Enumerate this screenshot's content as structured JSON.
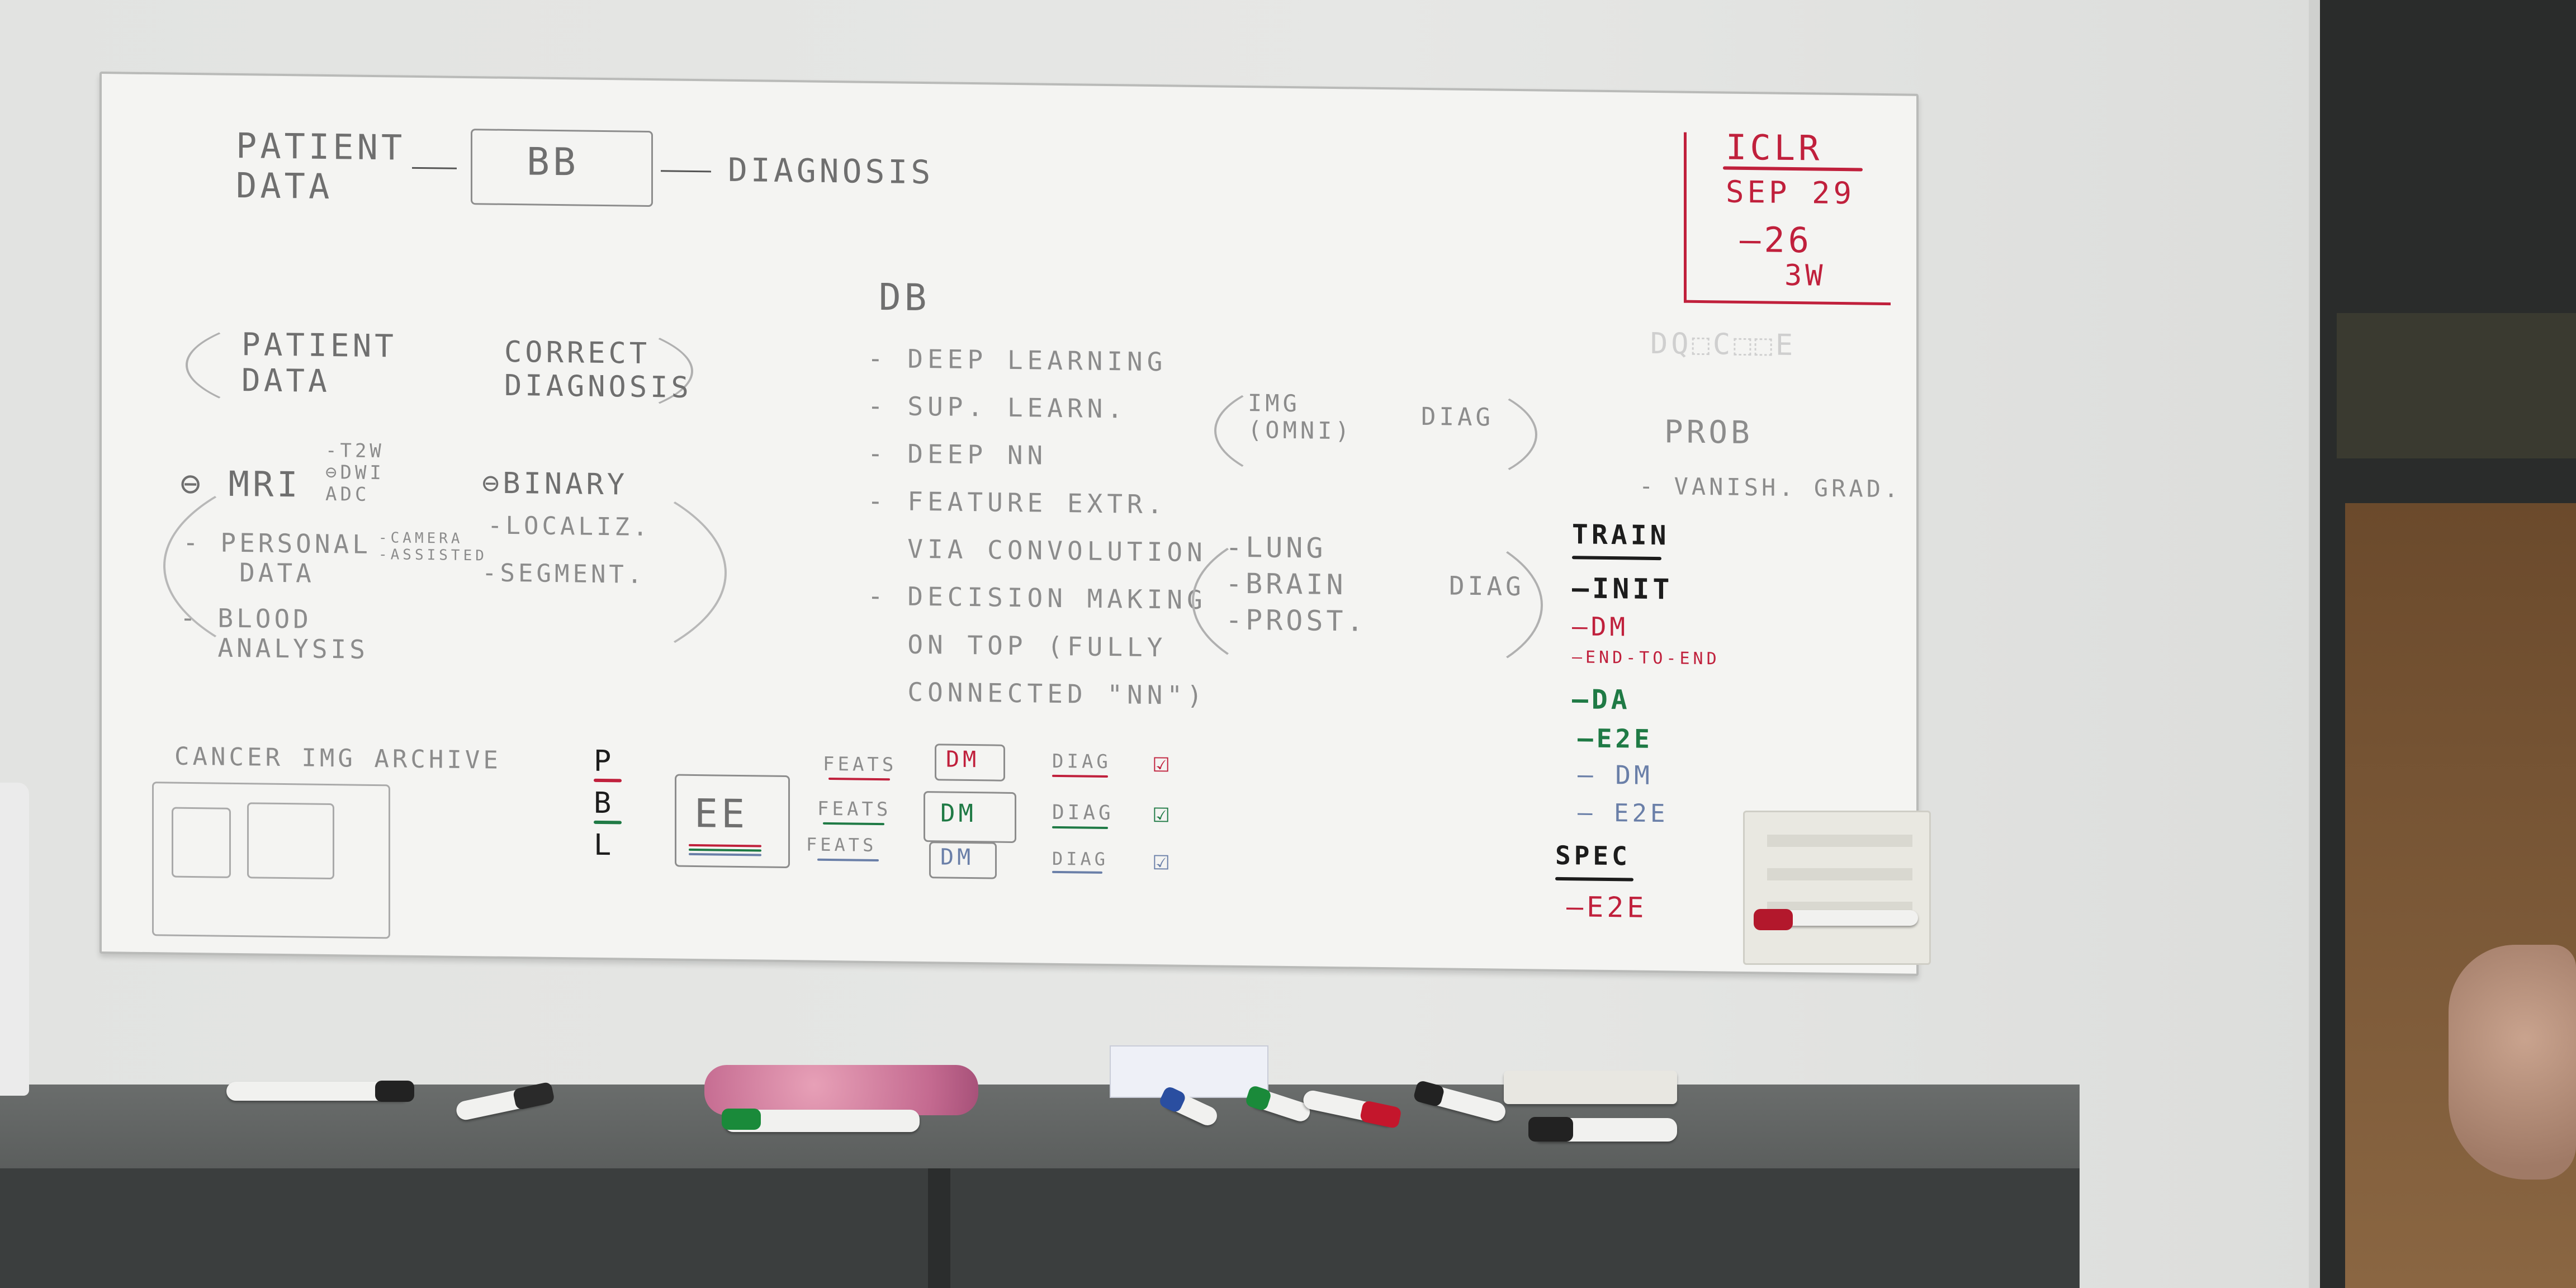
{
  "board": {
    "flow": {
      "patient_data": "PATIENT\nDATA",
      "bb": "BB",
      "diagnosis": "DIAGNOSIS"
    },
    "iclr": {
      "title": "ICLR",
      "date": "SEP 29",
      "minus26": "–26",
      "weeks": "3W"
    },
    "pair1": {
      "left": "PATIENT\nDATA",
      "right": "CORRECT\nDIAGNOSIS"
    },
    "mri_block": {
      "mri": "⊖ MRI",
      "mri_sub": "-T2W\n⊖DWI\nADC",
      "personal": "- PERSONAL\n   DATA",
      "personal_sub": "-CAMERA\n-ASSISTED",
      "blood": "- BLOOD\n  ANALYSIS",
      "binary": "⊖BINARY",
      "localiz": "-LOCALIZ.",
      "segment": "-SEGMENT."
    },
    "db_block": {
      "title": "DB",
      "items": "- DEEP LEARNING\n- SUP. LEARN.\n- DEEP NN\n- FEATURE EXTR.\n  VIA CONVOLUTION\n- DECISION MAKING\n  ON TOP (FULLY\n  CONNECTED \"NN\")"
    },
    "img_diag": {
      "left": "IMG\n(OMNI)",
      "right": "DIAG"
    },
    "organ_diag": {
      "left": "-LUNG\n-BRAIN\n-PROST.",
      "right": "DIAG"
    },
    "faded_word": "DQ⬚C⬚⬚E",
    "prob": {
      "title": "PROB",
      "item": "- VANISH. GRAD."
    },
    "train": {
      "title": "TRAIN",
      "lines": [
        {
          "text": "–INIT",
          "color": "#1c1c1c"
        },
        {
          "text": "–DM",
          "color": "#c0203c"
        },
        {
          "text": "–END-TO-END",
          "color": "#c0203c"
        },
        {
          "text": "–DA",
          "color": "#1f7a45"
        },
        {
          "text": "–E2E",
          "color": "#1f7a45"
        },
        {
          "text": "– DM",
          "color": "#6a7fa8"
        },
        {
          "text": "– E2E",
          "color": "#6a7fa8"
        }
      ],
      "spec_title": "SPEC",
      "spec_line": "–E2E"
    },
    "archive": {
      "title": "CANCER IMG ARCHIVE"
    },
    "pipeline": {
      "inputs": [
        "P",
        "B",
        "L"
      ],
      "ee": "EE",
      "feats": [
        "FEATS",
        "FEATS",
        "FEATS"
      ],
      "dm": [
        "DM",
        "DM",
        "DM"
      ],
      "diag": [
        "DIAG",
        "DIAG",
        "DIAG"
      ],
      "checks": [
        "☑",
        "☑",
        "☑"
      ]
    }
  },
  "colors": {
    "red": "#c0203c",
    "green": "#1f7a45",
    "blue": "#6a7fa8",
    "black": "#1c1c1c",
    "grey": "#6f6f6f"
  }
}
